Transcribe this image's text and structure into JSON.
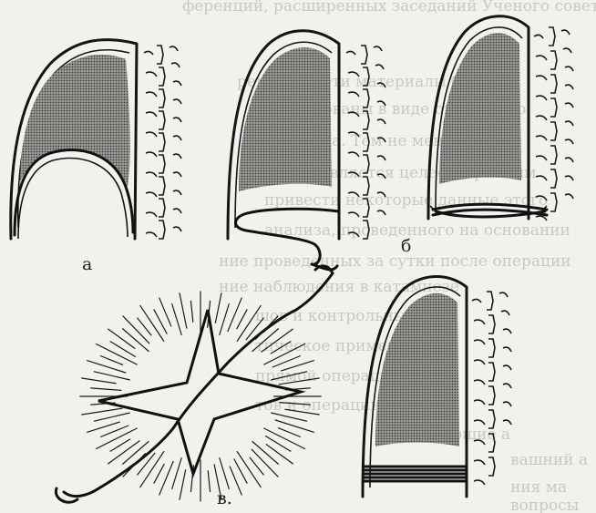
{
  "figure": {
    "labels": {
      "a": "а",
      "b": "б",
      "v": "в."
    },
    "background_text": [
      "ференций, расширенных заседаний Ученого совета",
      "решения. Эти материалы будут",
      "опубликованы в виде отдельного",
      "сборника. Тем не менее",
      "представляется целесообразным",
      "привести некоторые данные этого",
      "анализа, проведенного на основании",
      "ние проведенных за сутки после операции",
      "ние наблюдения в катамнезе",
      "шов и контрольные",
      "тическое применение",
      "прямой операции",
      "тов и операции",
      "последующие а",
      "вашний а",
      "ния ма",
      "вопросы"
    ]
  },
  "colors": {
    "ink": "#151515",
    "paper": "#f2f1ec",
    "shade": "#6f6f6c"
  }
}
